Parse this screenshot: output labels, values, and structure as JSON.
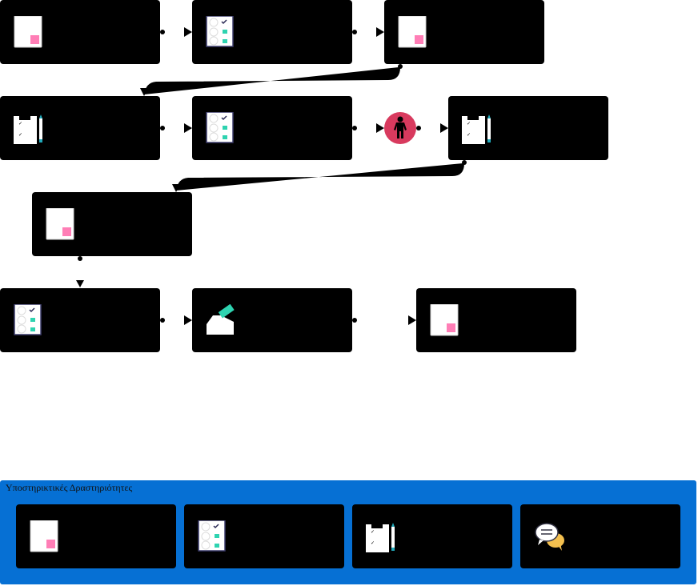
{
  "flow": {
    "nodes": [
      {
        "id": "n1",
        "icon": "document-icon"
      },
      {
        "id": "n2",
        "icon": "checklist-icon"
      },
      {
        "id": "n3",
        "icon": "document-icon"
      },
      {
        "id": "n4",
        "icon": "clipboard-icon"
      },
      {
        "id": "n5",
        "icon": "checklist-icon"
      },
      {
        "id": "n6",
        "icon": "person-icon"
      },
      {
        "id": "n7",
        "icon": "clipboard-icon"
      },
      {
        "id": "n8",
        "icon": "document-icon"
      },
      {
        "id": "n9",
        "icon": "checklist-icon"
      },
      {
        "id": "n10",
        "icon": "hand-card-icon"
      },
      {
        "id": "n11",
        "icon": "document-icon"
      }
    ]
  },
  "support": {
    "title": "Υποστηρικτικές Δραστηριότητες",
    "items": [
      {
        "icon": "document-icon"
      },
      {
        "icon": "checklist-icon"
      },
      {
        "icon": "clipboard-icon"
      },
      {
        "icon": "chat-icon"
      }
    ]
  },
  "colors": {
    "panel": "#0670d4",
    "person": "#d83a5e",
    "pink": "#ff7eb6",
    "teal": "#2ed3b0"
  }
}
